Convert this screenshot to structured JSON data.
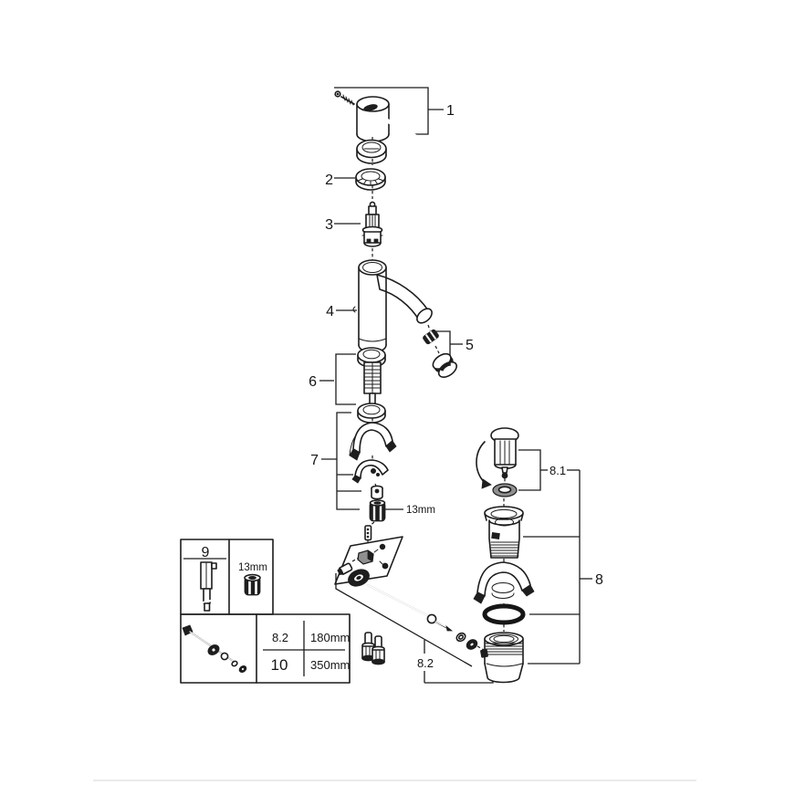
{
  "diagram": {
    "callouts": {
      "part1": "1",
      "part2": "2",
      "part3": "3",
      "part4": "4",
      "part5": "5",
      "part6": "6",
      "part7": "7",
      "part8": "8",
      "part8_1": "8.1",
      "part8_2": "8.2",
      "part9": "9"
    },
    "annotations": {
      "nut_size_callout": "13mm",
      "toolbox_nut_size": "13mm"
    },
    "spec_table": {
      "rows": [
        {
          "ref": "8.2",
          "length": "180mm"
        },
        {
          "ref": "10",
          "length": "350mm"
        }
      ]
    },
    "colors": {
      "line": "#1c1c1c",
      "background": "#ffffff",
      "divider": "#e4e4e4"
    }
  }
}
